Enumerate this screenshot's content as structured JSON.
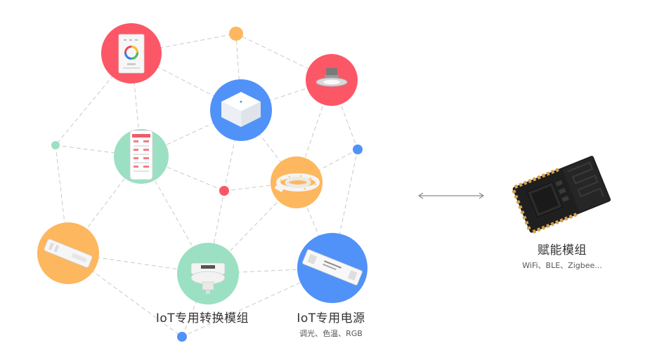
{
  "colors": {
    "red": "#fc5767",
    "blue": "#5192f9",
    "mint": "#9be0c3",
    "orange": "#fdb75e",
    "line": "#c9c9c9",
    "chip_board": "#1f1f1f",
    "chip_gold": "#d6a24e"
  },
  "nodes": [
    {
      "id": "touch-panel",
      "color": "red",
      "icon": "touch-panel-icon"
    },
    {
      "id": "downlight",
      "color": "red",
      "icon": "downlight-icon"
    },
    {
      "id": "gateway",
      "color": "blue",
      "icon": "gateway-hub-icon"
    },
    {
      "id": "phone-app",
      "color": "mint",
      "icon": "phone-app-icon"
    },
    {
      "id": "led-strip",
      "color": "orange",
      "icon": "led-strip-icon"
    },
    {
      "id": "controller",
      "color": "orange",
      "icon": "controller-icon"
    },
    {
      "id": "converter",
      "color": "mint",
      "icon": "converter-module-icon"
    },
    {
      "id": "power-supply",
      "color": "blue",
      "icon": "power-supply-icon"
    },
    {
      "id": "dot-top",
      "color": "orange"
    },
    {
      "id": "dot-left",
      "color": "mint"
    },
    {
      "id": "dot-center",
      "color": "red"
    },
    {
      "id": "dot-right",
      "color": "blue"
    },
    {
      "id": "dot-bottom",
      "color": "blue"
    }
  ],
  "labels": {
    "converter_title": "IoT专用转换模组",
    "power_title": "IoT专用电源",
    "power_sub": "调光、色温、RGB",
    "module_title": "赋能模组",
    "module_sub": "WiFi、BLE、Zigbee..."
  },
  "arrow": {
    "direction": "both",
    "icon": "double-arrow-icon"
  },
  "chip": {
    "icon": "wireless-chip-module-icon"
  }
}
